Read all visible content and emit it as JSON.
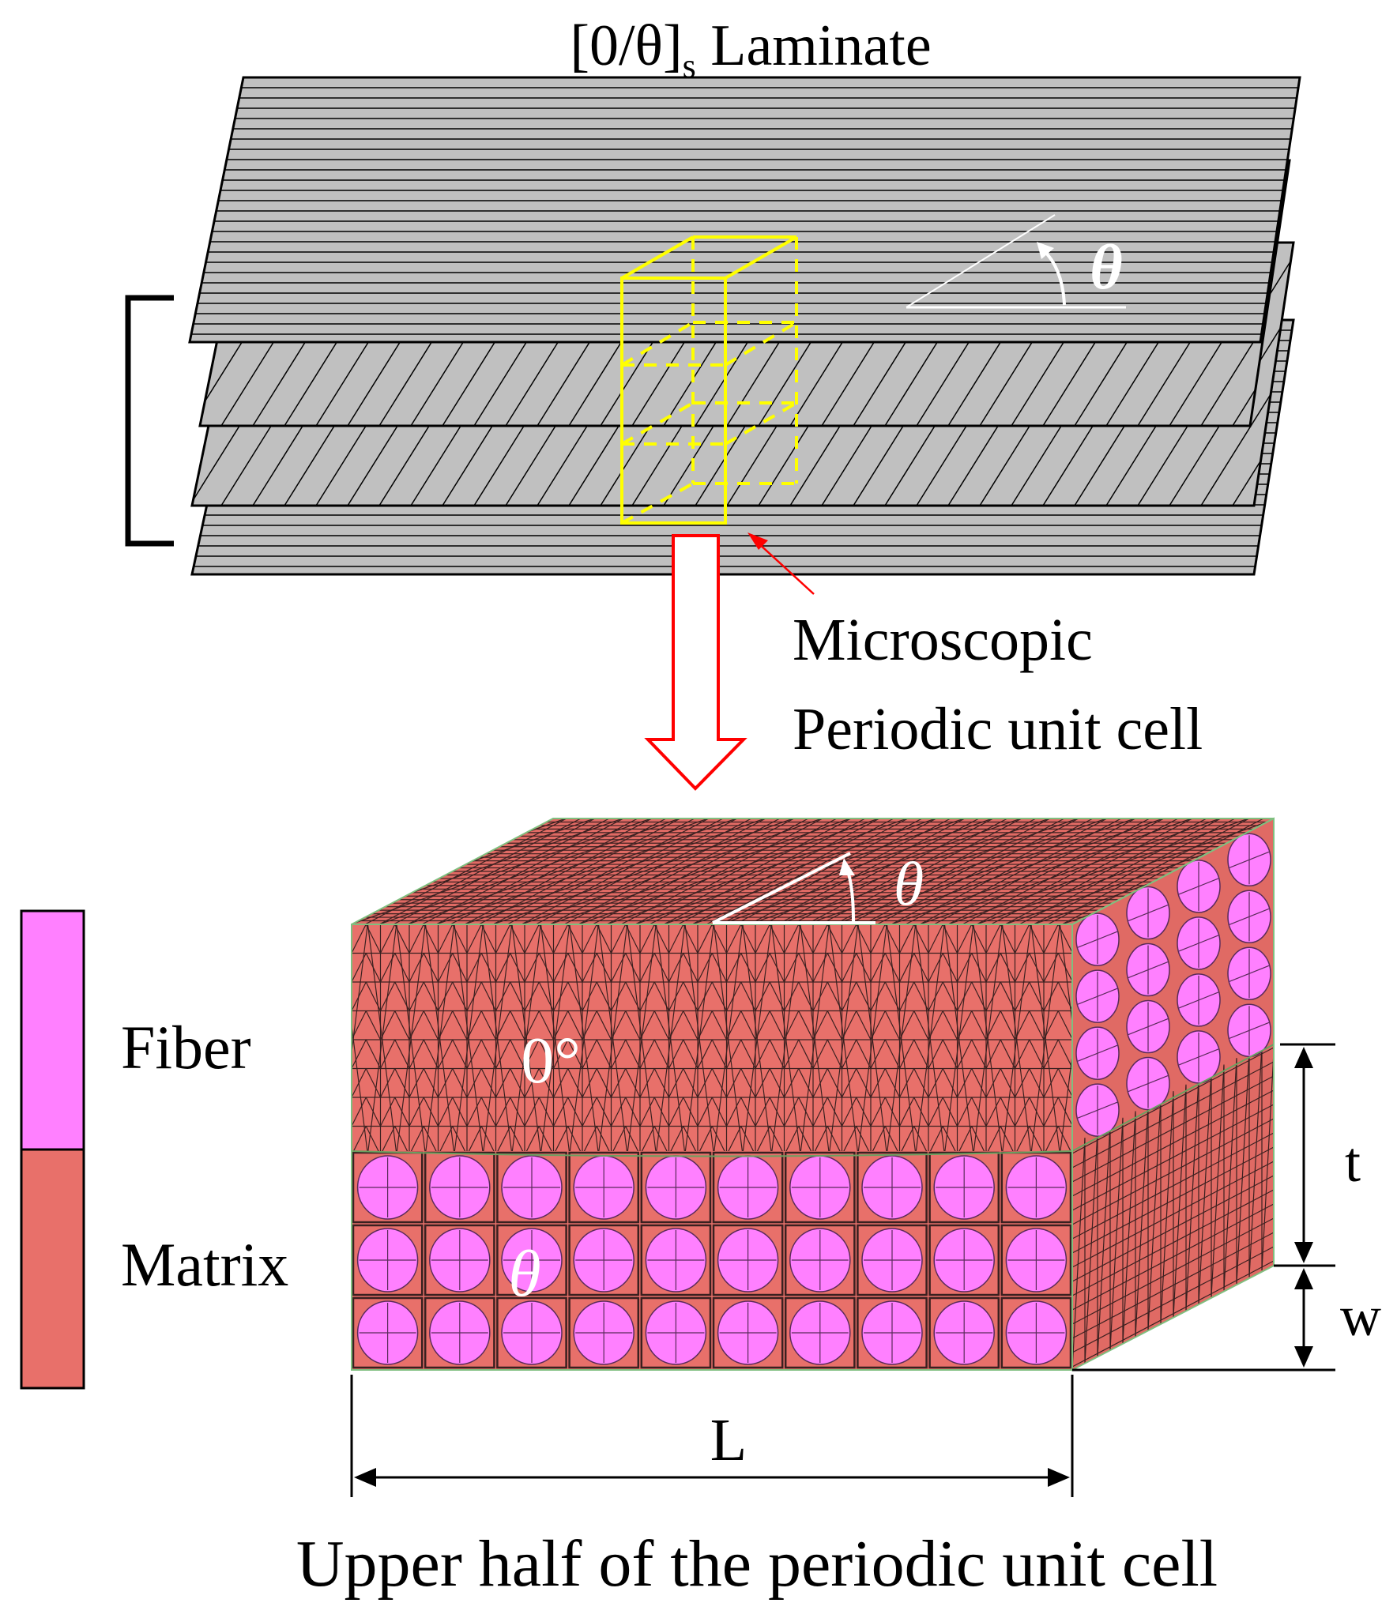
{
  "title": {
    "main": "[0/θ]",
    "subscript": "s",
    "tail": " Laminate"
  },
  "laminate": {
    "angle_label": "θ",
    "callout_line1": "Microscopic",
    "callout_line2": "Periodic unit cell"
  },
  "unit_cell": {
    "top_angle_label": "θ",
    "ply0_label": "0°",
    "ply_theta_label": "θ",
    "dim_t": "t",
    "dim_w": "w",
    "dim_L": "L",
    "caption": "Upper half of the periodic unit cell"
  },
  "legend": {
    "items": [
      {
        "label": "Fiber",
        "color": "#ff80ff"
      },
      {
        "label": "Matrix",
        "color": "#e8706a"
      }
    ]
  },
  "colors": {
    "ply_gray": "#c0c0c0",
    "highlight_yellow": "#ffff00",
    "arrow_red": "#ff0000",
    "mesh_line": "#2a1a1a",
    "edge_green": "#7fbf7f"
  }
}
